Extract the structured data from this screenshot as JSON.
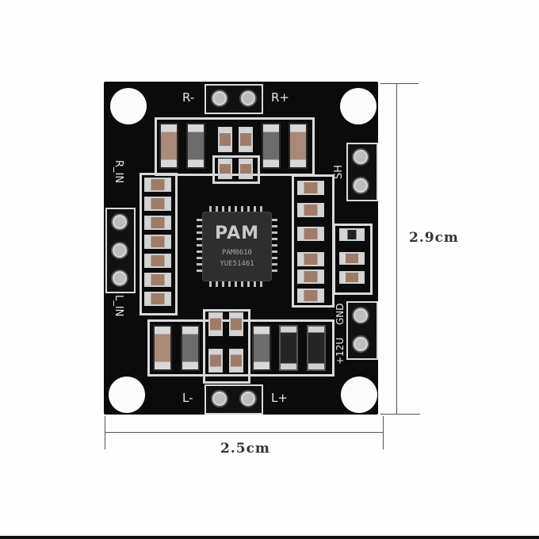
{
  "image": {
    "subject": "PAM8610 stereo audio amplifier PCB module",
    "background_color": "#fefefe",
    "board_color": "#0b0b0b"
  },
  "dimensions": {
    "width_label": "2.5cm",
    "height_label": "2.9cm"
  },
  "chip": {
    "logo": "PAM",
    "line1": "PAM8610",
    "line2": "YUE51461"
  },
  "silkscreen": {
    "r_minus": "R-",
    "r_plus": "R+",
    "l_minus": "L-",
    "l_plus": "L+",
    "r_in": "R_IN",
    "l_in": "L_IN",
    "sh": "SH",
    "gnd": "GND",
    "v12": "+12U"
  }
}
